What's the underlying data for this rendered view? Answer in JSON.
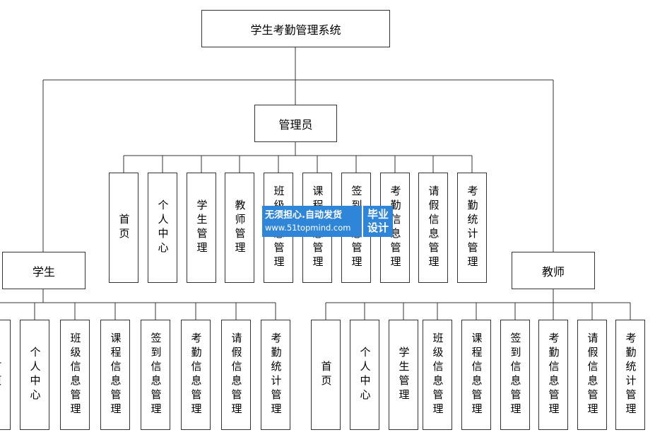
{
  "root": "学生考勤管理系统",
  "admin": {
    "label": "管理员",
    "children": [
      "首页",
      "个人中心",
      "学生管理",
      "教师管理",
      "班级信息管理",
      "课程信息管理",
      "签到信息管理",
      "考勤信息管理",
      "请假信息管理",
      "考勤统计管理"
    ]
  },
  "student": {
    "label": "学生",
    "children": [
      "首页",
      "个人中心",
      "班级信息管理",
      "课程信息管理",
      "签到信息管理",
      "考勤信息管理",
      "请假信息管理",
      "考勤统计管理"
    ]
  },
  "teacher": {
    "label": "教师",
    "children": [
      "首页",
      "个人中心",
      "学生管理",
      "班级信息管理",
      "课程信息管理",
      "签到信息管理",
      "考勤信息管理",
      "请假信息管理",
      "考勤统计管理"
    ]
  },
  "watermark": {
    "line1": "无须担心.自动发货",
    "line2": "www.51topmind.com",
    "badge_line1": "毕业",
    "badge_line2": "设计"
  },
  "colors": {
    "line": "#333333",
    "watermark_bg": "#2f86d9"
  }
}
